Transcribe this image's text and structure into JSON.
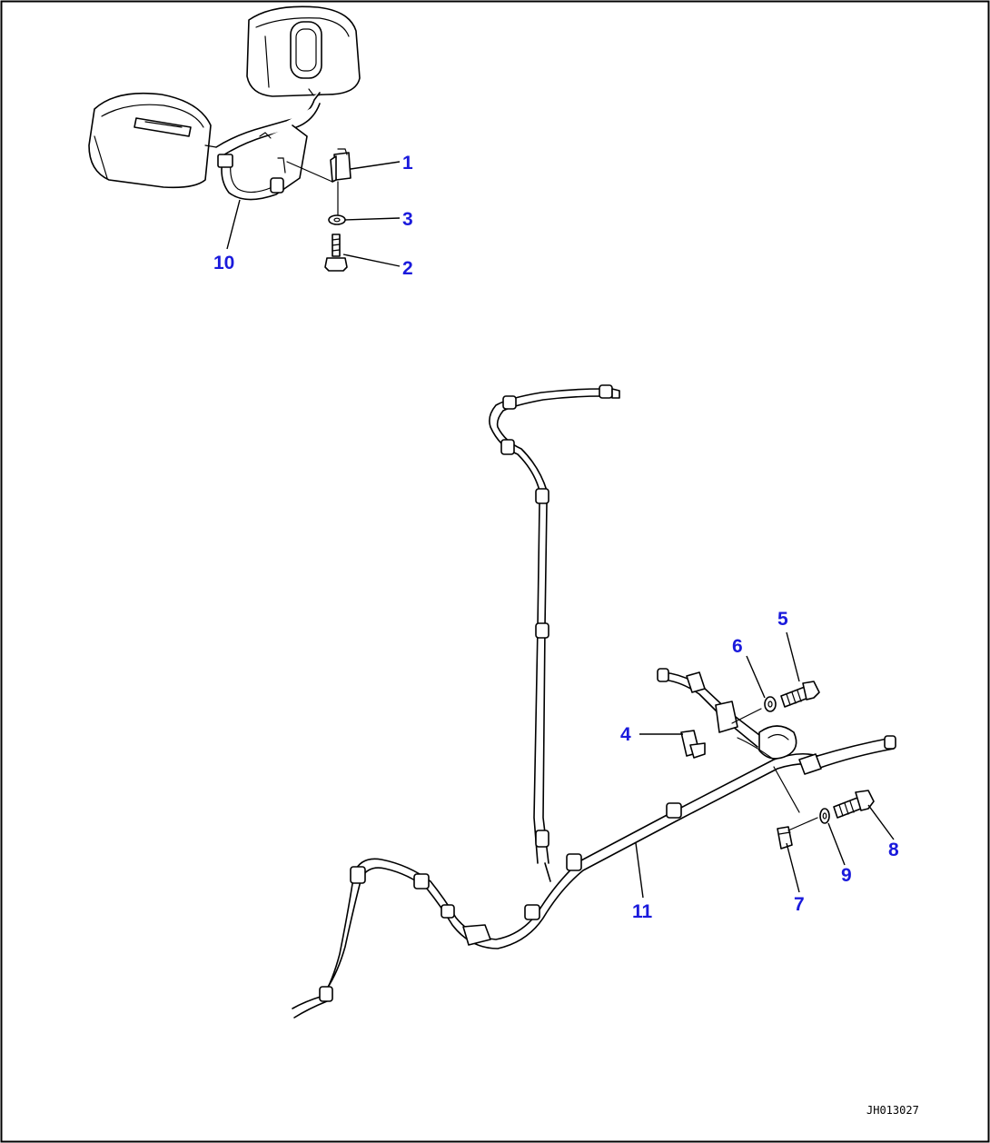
{
  "drawing": {
    "number": "JH013027",
    "border_color": "#000000",
    "callout_color": "#1a1adc"
  },
  "callouts": {
    "c1": "1",
    "c2": "2",
    "c3": "3",
    "c4": "4",
    "c5": "5",
    "c6": "6",
    "c7": "7",
    "c8": "8",
    "c9": "9",
    "c10": "10",
    "c11": "11"
  }
}
